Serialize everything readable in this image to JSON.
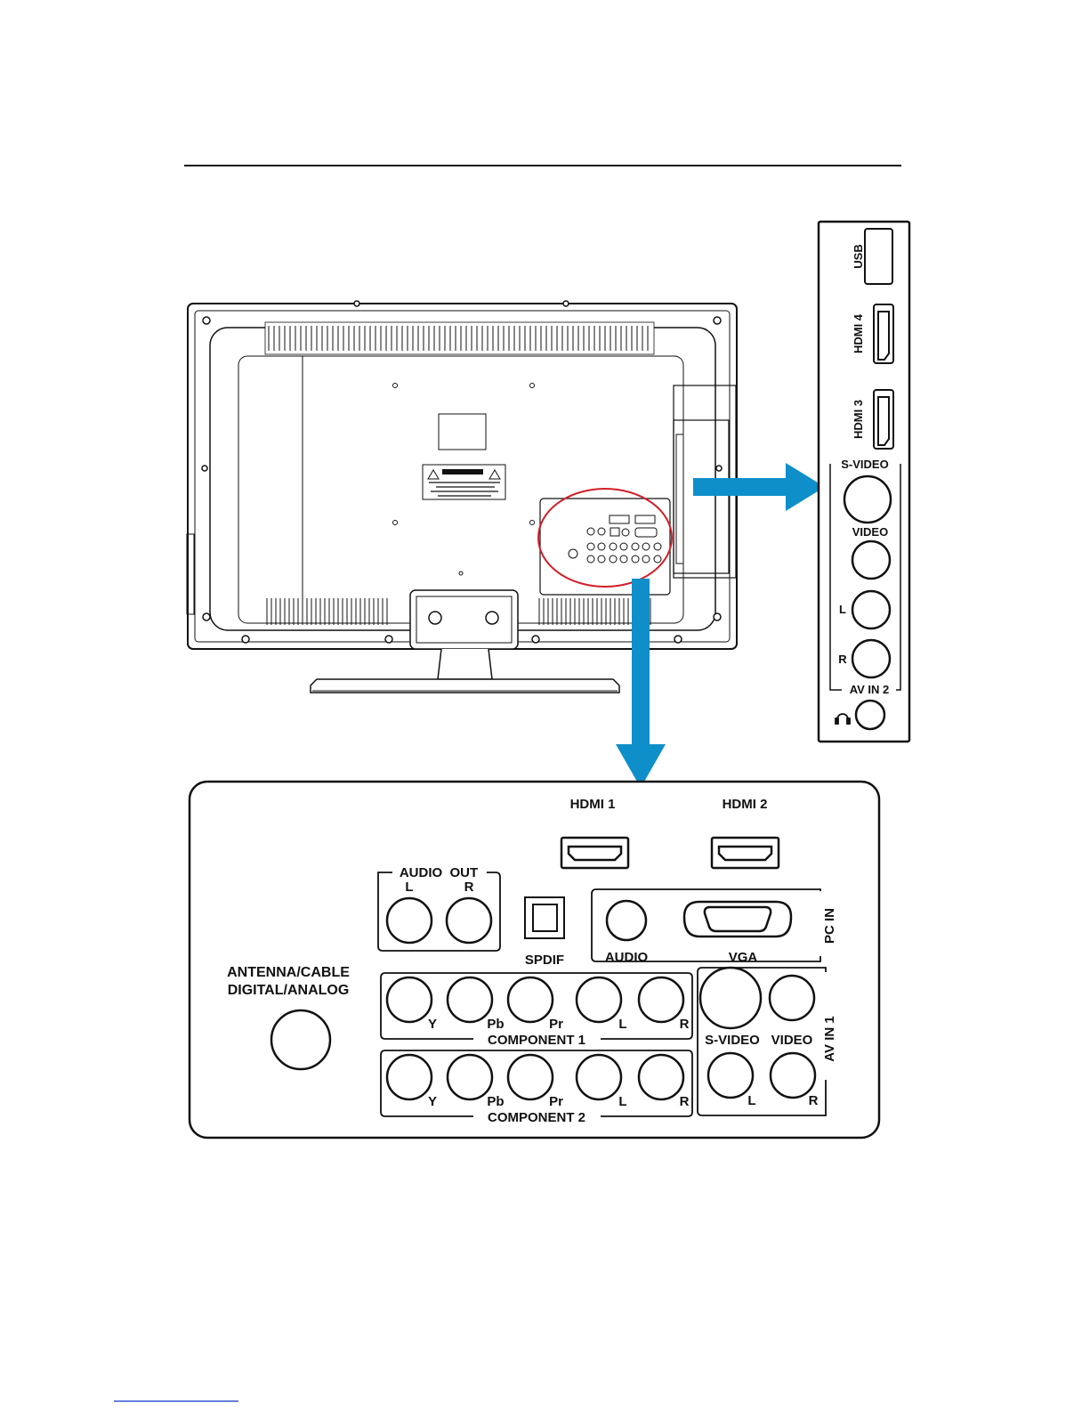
{
  "side_panel": {
    "usb": "USB",
    "hdmi4": "HDMI 4",
    "hdmi3": "HDMI 3",
    "svideo": "S-VIDEO",
    "video": "VIDEO",
    "left": "L",
    "right": "R",
    "group": "AV IN 2",
    "headphone_icon": "headphone-icon"
  },
  "rear_panel": {
    "hdmi1": "HDMI 1",
    "hdmi2": "HDMI 2",
    "audio_out": "AUDIO  OUT",
    "audio_out_l": "L",
    "audio_out_r": "R",
    "spdif": "SPDIF",
    "pc_in": "PC IN",
    "pc_audio": "AUDIO",
    "vga": "VGA",
    "antenna_line1": "ANTENNA/CABLE",
    "antenna_line2": "DIGITAL/ANALOG",
    "component1": "COMPONENT 1",
    "component2": "COMPONENT 2",
    "comp_y": "Y",
    "comp_pb": "Pb",
    "comp_pr": "Pr",
    "comp_l": "L",
    "comp_r": "R",
    "av1": "AV IN 1",
    "av1_svideo": "S-VIDEO",
    "av1_video": "VIDEO",
    "av1_l": "L",
    "av1_r": "R"
  },
  "colors": {
    "arrow": "#0f8fc9",
    "highlight": "#d0202a",
    "line": "#111111"
  }
}
